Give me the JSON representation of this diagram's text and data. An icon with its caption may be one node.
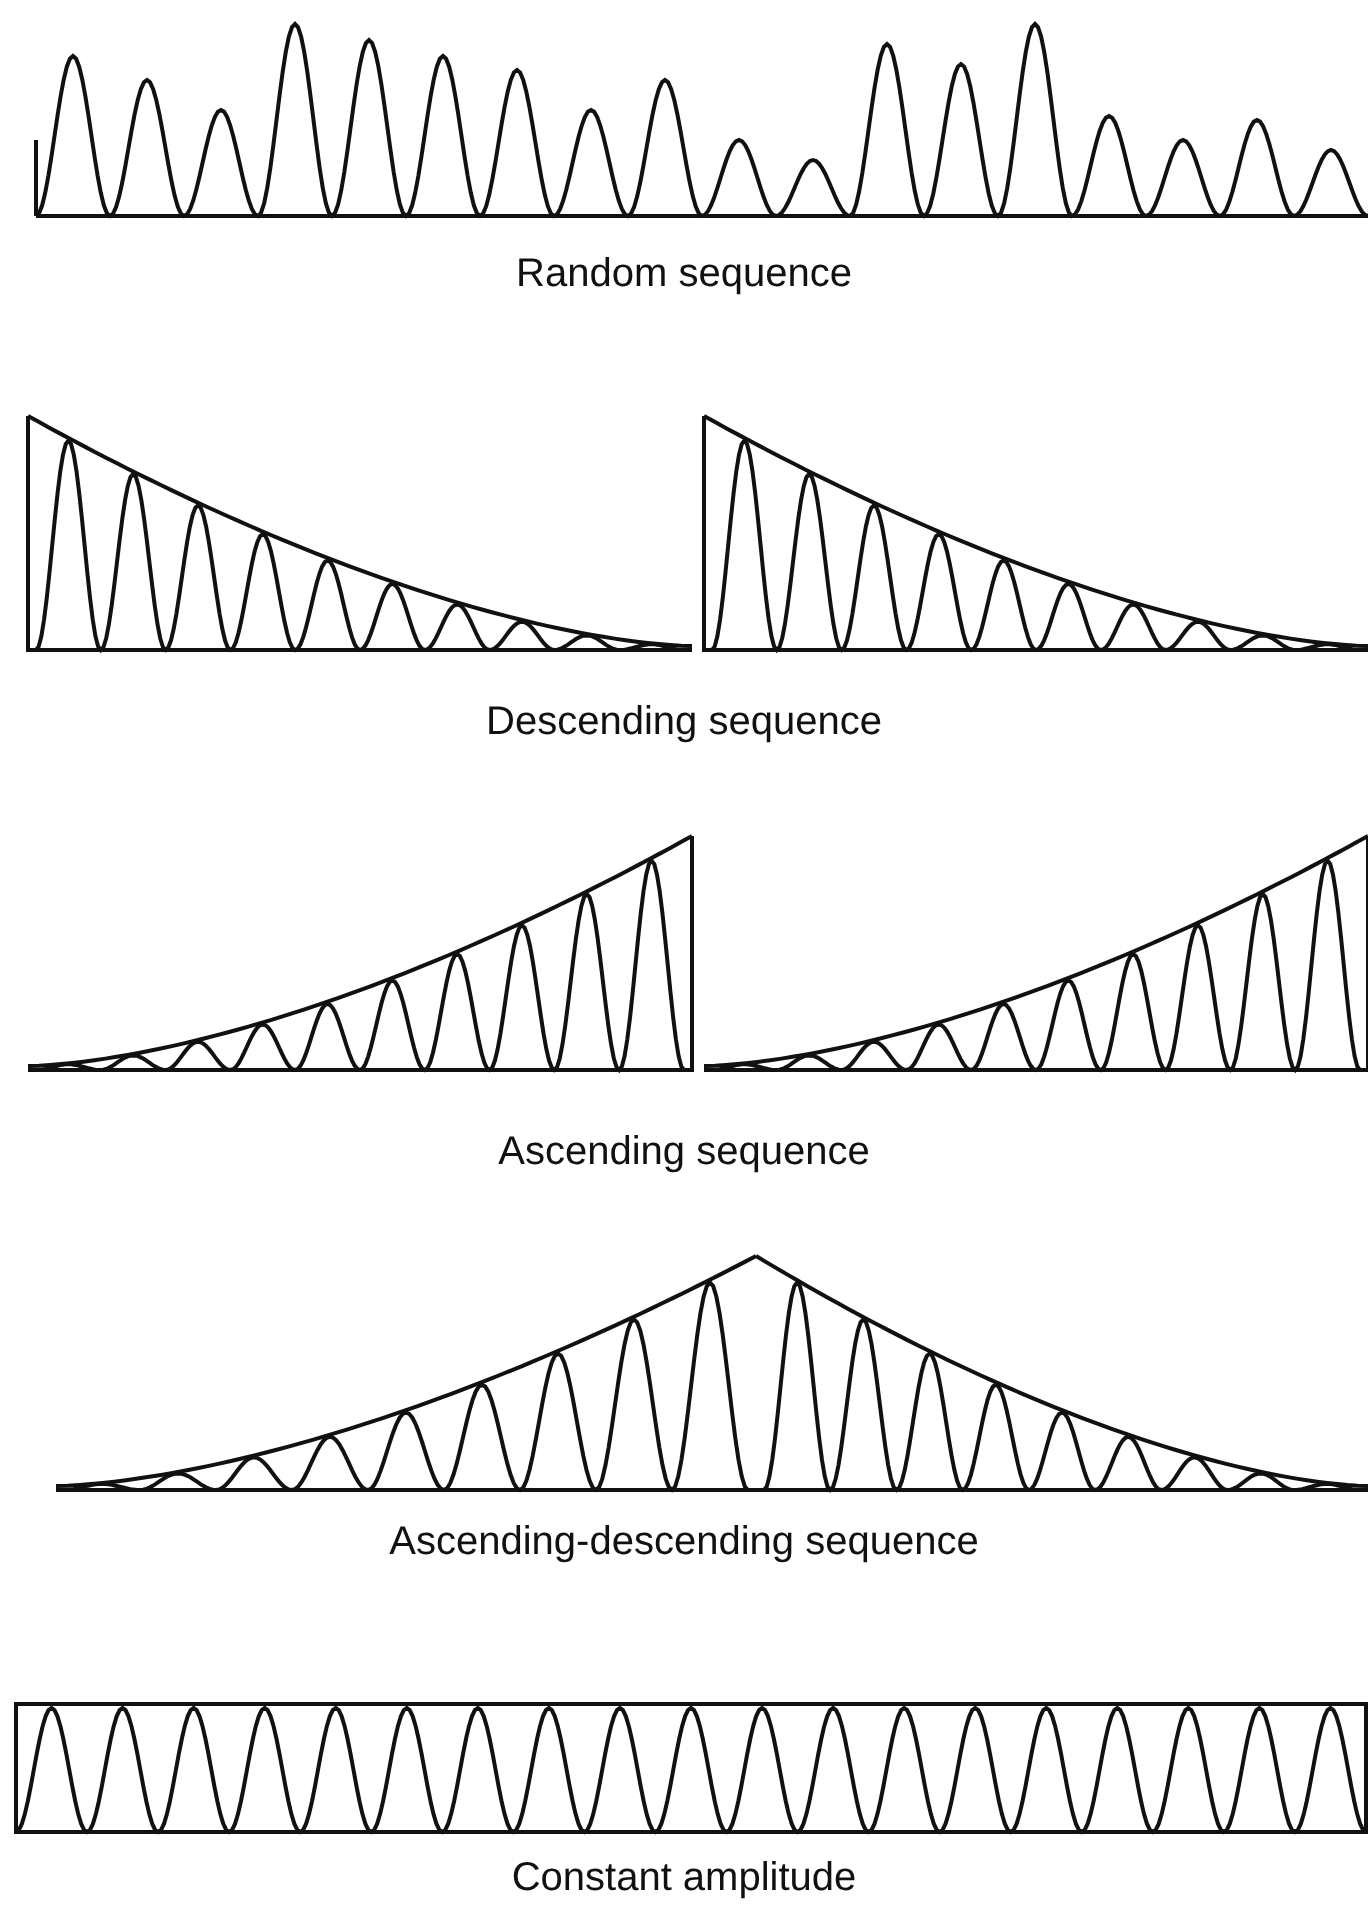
{
  "diagram": {
    "labels": [
      "Random sequence",
      "Descending sequence",
      "Ascending sequence",
      "Ascending-descending sequence",
      "Constant amplitude"
    ]
  }
}
